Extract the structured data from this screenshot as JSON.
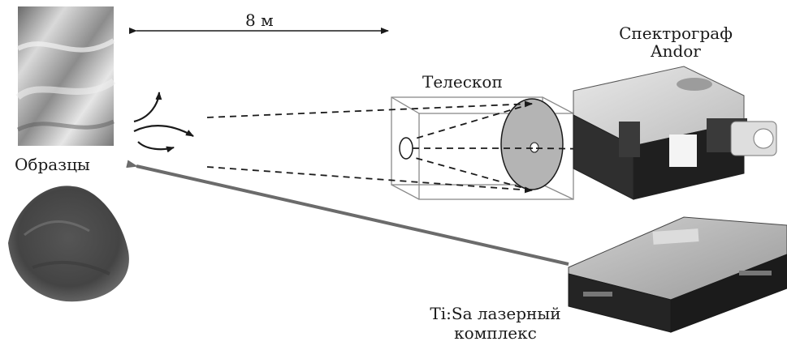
{
  "labels": {
    "distance": "8 м",
    "samples": "Образцы",
    "telescope": "Телескоп",
    "spectrograph_line1": "Спектрограф",
    "spectrograph_line2": "Andor",
    "laser_line1": "Ti:Sa лазерный",
    "laser_line2": "комплекс"
  },
  "colors": {
    "laser_beam": "#6b6b6b",
    "mirror_fill": "#b4b4b4",
    "box_edge": "#8a8a8a",
    "device_dark": "#2c2c2c",
    "device_light": "#d2d2d2"
  }
}
